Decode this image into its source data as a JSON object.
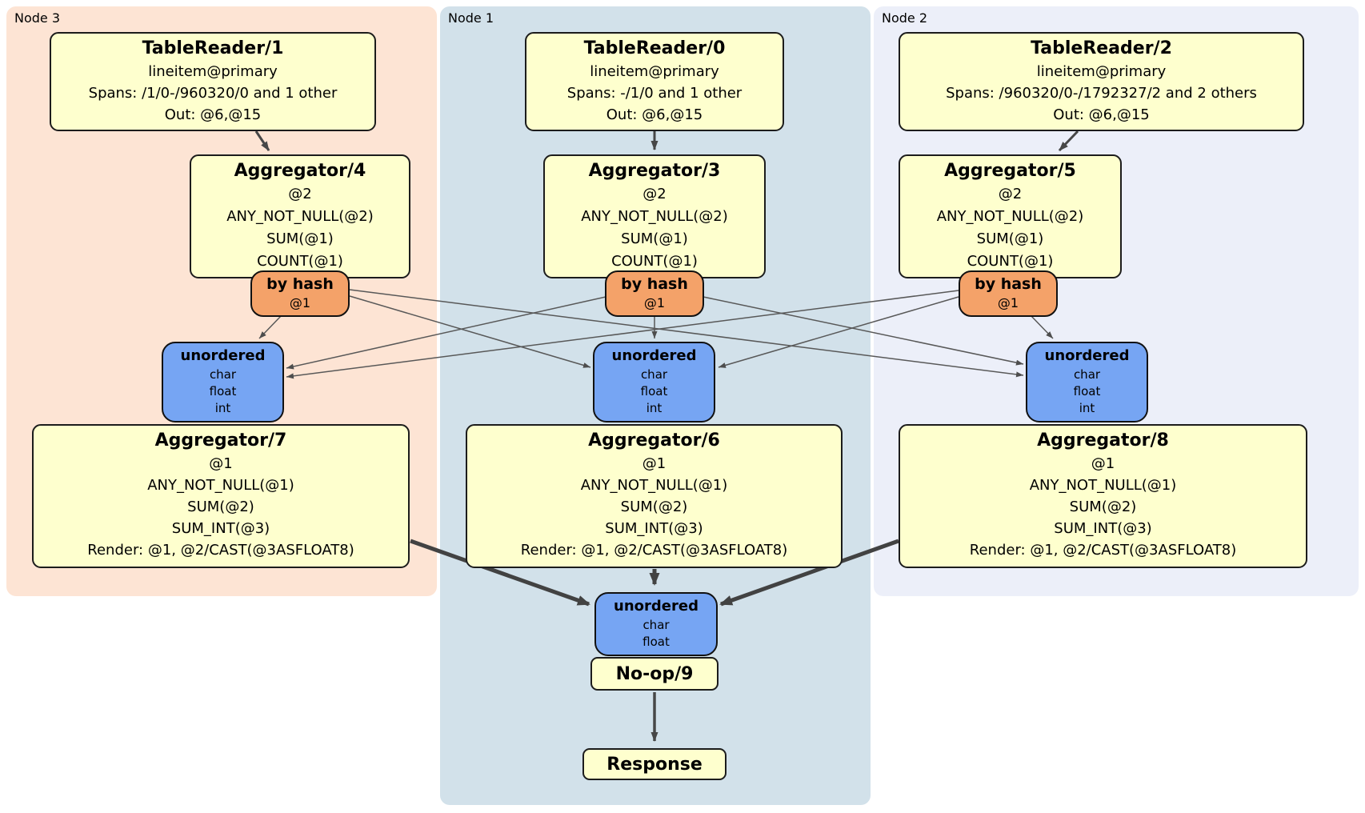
{
  "panels": {
    "node3": {
      "label": "Node 3"
    },
    "node1": {
      "label": "Node 1"
    },
    "node2": {
      "label": "Node 2"
    }
  },
  "boxes": {
    "tr1": {
      "title": "TableReader/1",
      "lines": [
        "lineitem@primary",
        "Spans: /1/0-/960320/0 and 1 other",
        "Out: @6,@15"
      ]
    },
    "tr0": {
      "title": "TableReader/0",
      "lines": [
        "lineitem@primary",
        "Spans: -/1/0 and 1 other",
        "Out: @6,@15"
      ]
    },
    "tr2": {
      "title": "TableReader/2",
      "lines": [
        "lineitem@primary",
        "Spans: /960320/0-/1792327/2 and 2 others",
        "Out: @6,@15"
      ]
    },
    "agg4": {
      "title": "Aggregator/4",
      "lines": [
        "@2",
        "ANY_NOT_NULL(@2)",
        "SUM(@1)",
        "COUNT(@1)"
      ]
    },
    "agg3": {
      "title": "Aggregator/3",
      "lines": [
        "@2",
        "ANY_NOT_NULL(@2)",
        "SUM(@1)",
        "COUNT(@1)"
      ]
    },
    "agg5": {
      "title": "Aggregator/5",
      "lines": [
        "@2",
        "ANY_NOT_NULL(@2)",
        "SUM(@1)",
        "COUNT(@1)"
      ]
    },
    "router4": {
      "title": "by hash",
      "lines": [
        "@1"
      ]
    },
    "router3": {
      "title": "by hash",
      "lines": [
        "@1"
      ]
    },
    "router5": {
      "title": "by hash",
      "lines": [
        "@1"
      ]
    },
    "syncL": {
      "title": "unordered",
      "lines": [
        "char",
        "float",
        "int"
      ]
    },
    "syncM": {
      "title": "unordered",
      "lines": [
        "char",
        "float",
        "int"
      ]
    },
    "syncR": {
      "title": "unordered",
      "lines": [
        "char",
        "float",
        "int"
      ]
    },
    "agg7": {
      "title": "Aggregator/7",
      "lines": [
        "@1",
        "ANY_NOT_NULL(@1)",
        "SUM(@2)",
        "SUM_INT(@3)",
        "Render: @1, @2/CAST(@3ASFLOAT8)"
      ]
    },
    "agg6": {
      "title": "Aggregator/6",
      "lines": [
        "@1",
        "ANY_NOT_NULL(@1)",
        "SUM(@2)",
        "SUM_INT(@3)",
        "Render: @1, @2/CAST(@3ASFLOAT8)"
      ]
    },
    "agg8": {
      "title": "Aggregator/8",
      "lines": [
        "@1",
        "ANY_NOT_NULL(@1)",
        "SUM(@2)",
        "SUM_INT(@3)",
        "Render: @1, @2/CAST(@3ASFLOAT8)"
      ]
    },
    "syncFinal": {
      "title": "unordered",
      "lines": [
        "char",
        "float"
      ]
    },
    "noop": {
      "title": "No-op/9"
    },
    "response": {
      "title": "Response"
    }
  },
  "colors": {
    "panel_node3_bg": "#fde4d4",
    "panel_node1_bg": "#d2e1ea",
    "panel_node2_bg": "#eceff9",
    "processor_bg": "#feffce",
    "router_bg": "#f4a269",
    "sync_bg": "#76a5f3",
    "border": "#1c1c1c",
    "edge": "#4d4d4d"
  }
}
